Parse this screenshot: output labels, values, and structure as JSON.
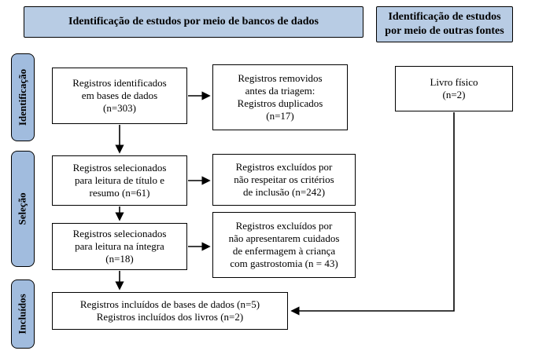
{
  "headers": {
    "databases": "Identificação de estudos por meio de bancos de dados",
    "other_sources": "Identificação de estudos\npor meio de outras fontes"
  },
  "stages": [
    {
      "label": "Identificação"
    },
    {
      "label": "Seleção"
    },
    {
      "label": "Incluídos"
    }
  ],
  "boxes": {
    "identified": "Registros identificados\nem bases de dados\n(n=303)",
    "removed": "Registros removidos\nantes da triagem:\nRegistros duplicados\n(n=17)",
    "title_abstract": "Registros selecionados\npara leitura de título e\nresumo (n=61)",
    "excluded_criteria": "Registros excluídos por\nnão respeitar os critérios\nde inclusão (n=242)",
    "fulltext": "Registros selecionados\npara leitura na íntegra\n(n=18)",
    "excluded_care": "Registros excluídos por\nnão apresentarem cuidados\nde enfermagem à criança\ncom gastrostomia (n = 43)",
    "included": "Registros incluídos de bases de dados (n=5)\nRegistros incluídos dos livros (n=2)",
    "physical_book": "Livro físico\n(n=2)"
  },
  "colors": {
    "header_fill": "#b8cce4",
    "stage_fill": "#a1bcde",
    "border": "#000000",
    "arrow": "#000000"
  }
}
